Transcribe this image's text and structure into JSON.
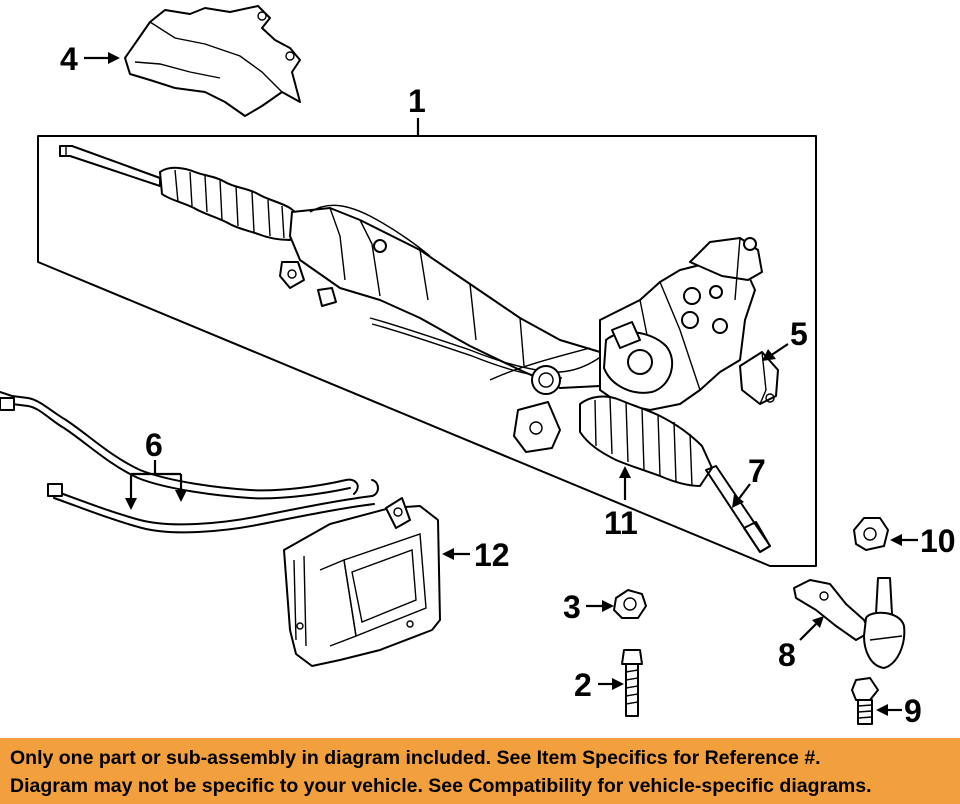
{
  "callouts": {
    "c1": "1",
    "c2": "2",
    "c3": "3",
    "c4": "4",
    "c5": "5",
    "c6": "6",
    "c7": "7",
    "c8": "8",
    "c9": "9",
    "c10": "10",
    "c11": "11",
    "c12": "12"
  },
  "banner": {
    "line1": "Only one part or sub-assembly in diagram included. See Item Specifics for Reference #.",
    "line2": "Diagram may not be specific to your vehicle. See Compatibility for vehicle-specific diagrams."
  },
  "colors": {
    "banner_bg": "#f2a03d",
    "linework": "#000000"
  }
}
